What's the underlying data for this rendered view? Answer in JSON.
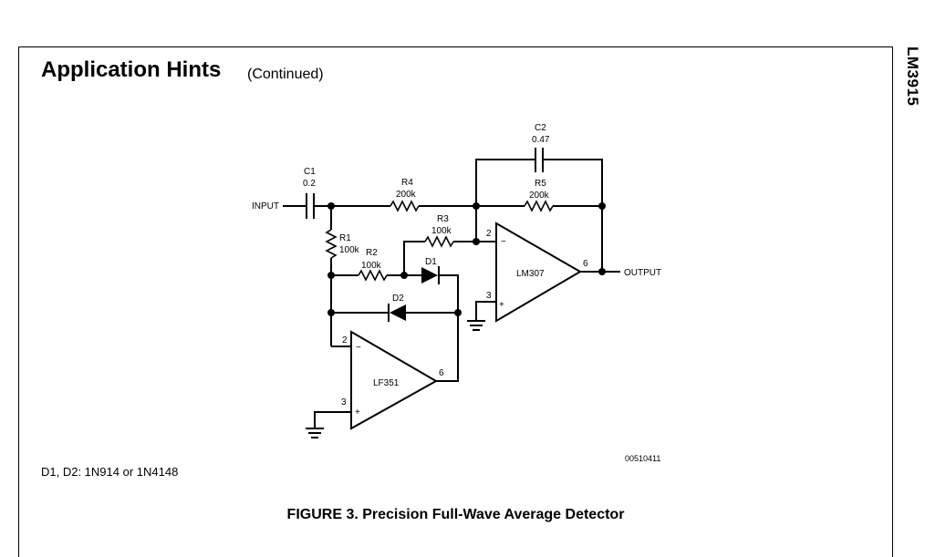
{
  "header": {
    "title": "Application Hints",
    "subtitle": "(Continued)",
    "part_number": "LM3915"
  },
  "schematic": {
    "labels": {
      "input": "INPUT",
      "output": "OUTPUT",
      "c1_name": "C1",
      "c1_value": "0.2",
      "c2_name": "C2",
      "c2_value": "0.47",
      "r1_name": "R1",
      "r1_value": "100k",
      "r2_name": "R2",
      "r2_value": "100k",
      "r3_name": "R3",
      "r3_value": "100k",
      "r4_name": "R4",
      "r4_value": "200k",
      "r5_name": "R5",
      "r5_value": "200k",
      "d1_name": "D1",
      "d2_name": "D2",
      "opamp1": "LM307",
      "opamp2": "LF351",
      "pin2a": "2",
      "pin3a": "3",
      "pin6a": "6",
      "pin2b": "2",
      "pin3b": "3",
      "pin6b": "6",
      "minus": "−",
      "plus": "+",
      "figure_id": "00510411"
    }
  },
  "footnote": "D1, D2: 1N914 or 1N4148",
  "caption": "FIGURE 3. Precision Full-Wave Average Detector"
}
